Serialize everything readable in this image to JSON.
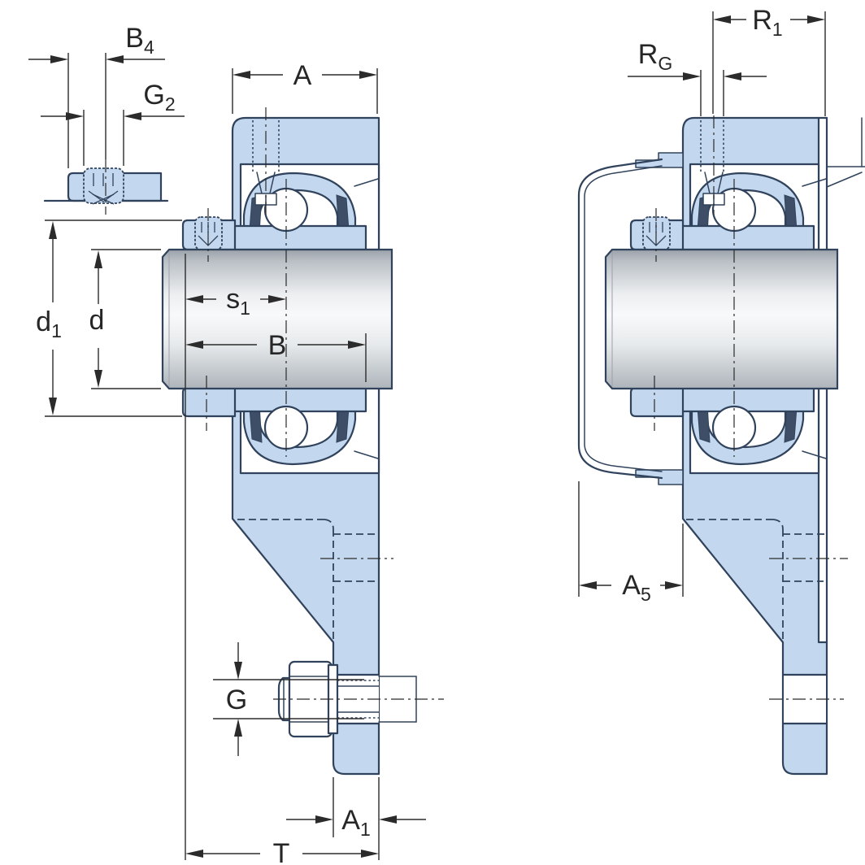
{
  "drawing": {
    "type": "bearing-unit-cross-section",
    "colors": {
      "outline": "#31435c",
      "section_fill": "#c3d8ef",
      "dimension_lines": "#2b2b2b",
      "seal": "#3d4e66",
      "shaft_highlight": "#f8f9fa",
      "shaft_shadow": "#9aa1a9"
    },
    "labels": {
      "b4": {
        "main": "B",
        "sub": "4"
      },
      "g2": {
        "main": "G",
        "sub": "2"
      },
      "a": {
        "main": "A",
        "sub": ""
      },
      "r1": {
        "main": "R",
        "sub": "1"
      },
      "rg": {
        "main": "R",
        "sub": "G"
      },
      "d1": {
        "main": "d",
        "sub": "1"
      },
      "d": {
        "main": "d",
        "sub": ""
      },
      "s1": {
        "main": "s",
        "sub": "1"
      },
      "b": {
        "main": "B",
        "sub": ""
      },
      "a5": {
        "main": "A",
        "sub": "5"
      },
      "g": {
        "main": "G",
        "sub": ""
      },
      "a1": {
        "main": "A",
        "sub": "1"
      },
      "t": {
        "main": "T",
        "sub": ""
      }
    }
  }
}
